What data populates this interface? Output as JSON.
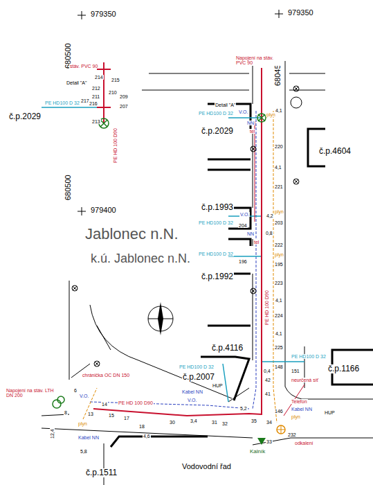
{
  "diagram": {
    "labels": [
      "979350",
      "979350",
      "680500",
      "680450",
      "680500",
      "979400",
      "Detail \"A\"",
      "stáv. PVC 90",
      "214",
      "215",
      "212",
      "211",
      "210",
      "209",
      "217",
      "216",
      "207",
      "PE HD100 D 32",
      "č.p.2029",
      "213",
      "PE HD 100 D90",
      "Napojení na stáv. PVC 90",
      "Detail \"A\"",
      "4,1",
      "V.O.",
      "NN",
      "plyn",
      "č.p.2029",
      "PE HD100 D 32",
      "tel",
      "220",
      "č.p.4604",
      "4,1",
      "221",
      "č.p.1993",
      "PE HD100 D 32",
      "204",
      "203",
      "4,2",
      "V.O.",
      "NN",
      "plyn",
      "tel",
      "0,8",
      "222",
      "196",
      "195",
      "PE HD100 D 32",
      "plyn",
      "č.p.1992",
      "Jablonec n.N.",
      "k.ú. Jablonec n.N.",
      "223",
      "4,1",
      "224",
      "PE HD 100 D90",
      "4,1",
      "225",
      "č.p.4116",
      "148",
      "151",
      "PE HD100 D 32",
      "č.p.1166",
      "neurčená síť",
      "0,4",
      "PE HD100 D 32",
      "č.p.2007",
      "HUP",
      "42",
      "41",
      "35",
      "34",
      "33",
      "32",
      "5,2",
      "Telefon",
      "Kabel NN",
      "plyn",
      "232",
      "odkalení",
      "HUP",
      "146",
      "Kalník",
      "Vodovodní řad",
      "31",
      "3,4",
      "30",
      "17",
      "18",
      "V.O.",
      "Kabel NN",
      "PE HD 100 D90",
      "chránička OC DN 150",
      "Napojení na stáv. LTH DN 200",
      "14",
      "15",
      "13",
      "V.O.",
      "plyn",
      "Kabel NN",
      "6",
      "8",
      "12,4",
      "5,8",
      "4,6",
      "č.p.1511"
    ]
  }
}
